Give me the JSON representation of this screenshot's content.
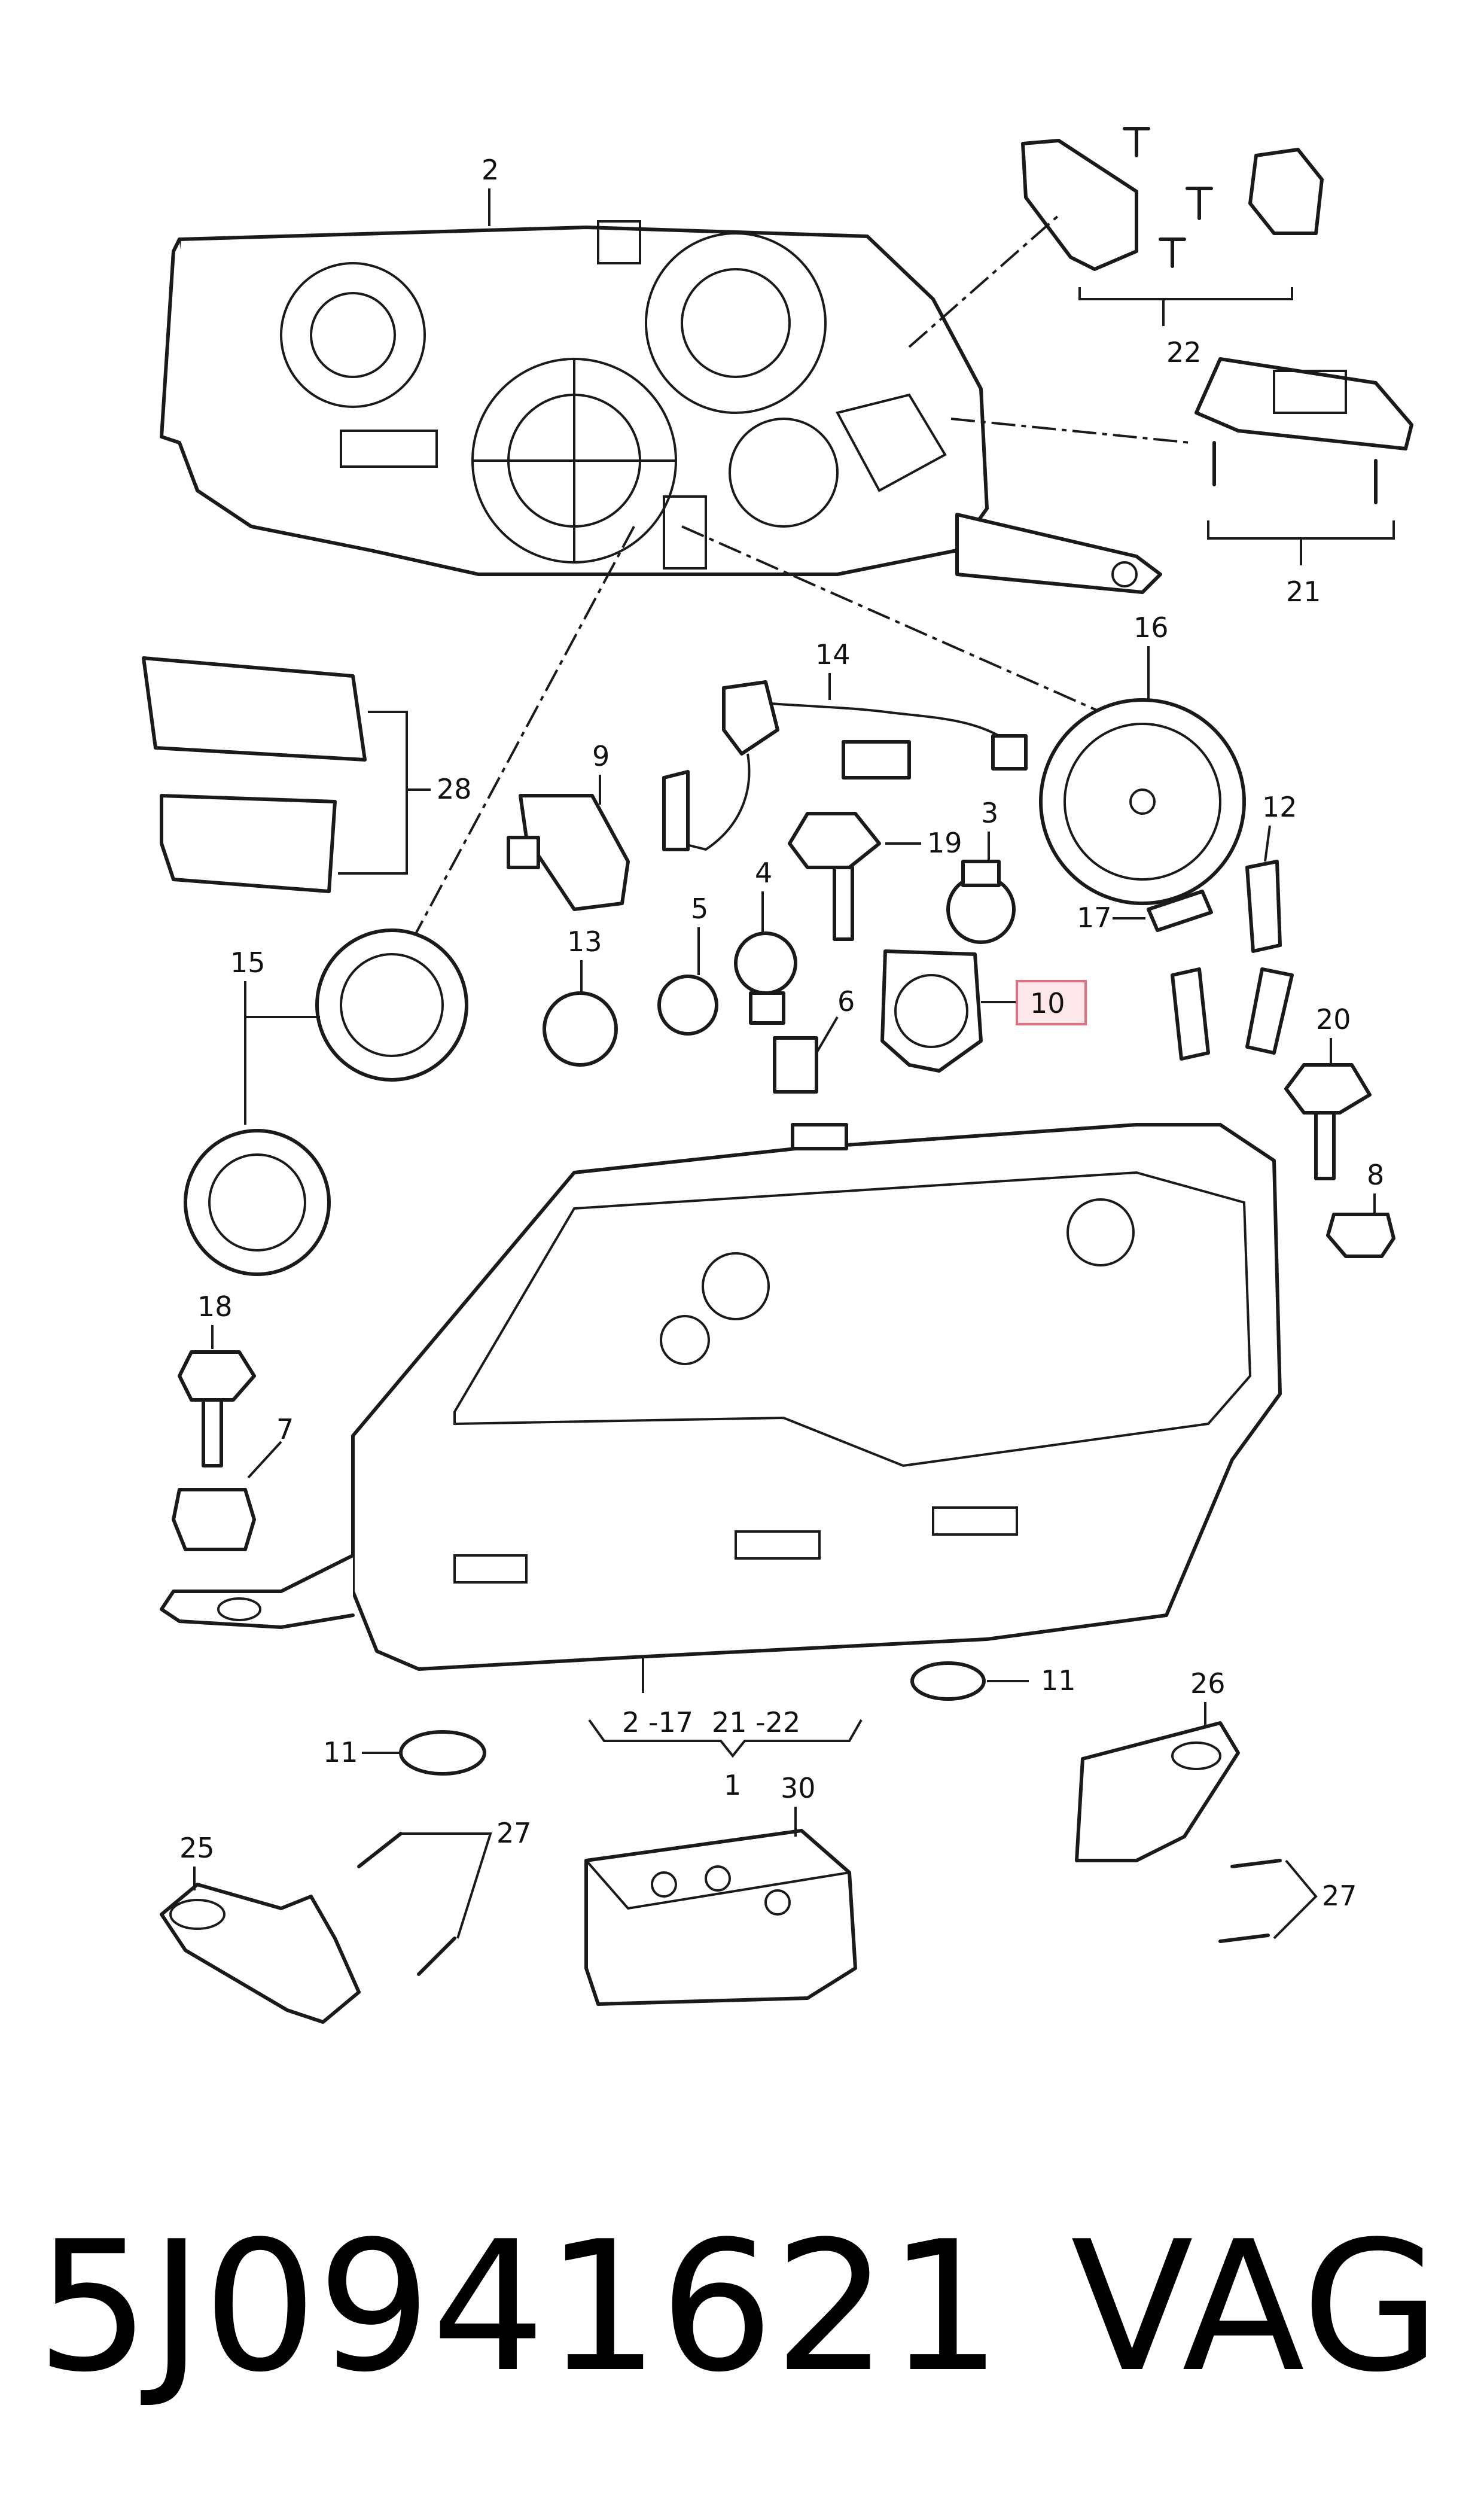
{
  "part_number": "5J0941621",
  "manufacturer": "VAG",
  "highlighted_callout": "10",
  "callouts": {
    "c1": "1",
    "c2": "2",
    "c3": "3",
    "c4": "4",
    "c5": "5",
    "c6": "6",
    "c7": "7",
    "c8": "8",
    "c9": "9",
    "c10": "10",
    "c11a": "11",
    "c11b": "11",
    "c12": "12",
    "c13": "13",
    "c14": "14",
    "c15": "15",
    "c16": "16",
    "c17": "17",
    "c18": "18",
    "c19": "19",
    "c20": "20",
    "c21": "21",
    "c22": "22",
    "c25": "25",
    "c26": "26",
    "c27a": "27",
    "c27b": "27",
    "c28": "28",
    "c30": "30",
    "range_a": "2 -17",
    "range_b": "21 -22"
  },
  "colors": {
    "highlight_fill": "#fde7ea",
    "highlight_stroke": "#e0707f",
    "line": "#1a1a1a"
  }
}
